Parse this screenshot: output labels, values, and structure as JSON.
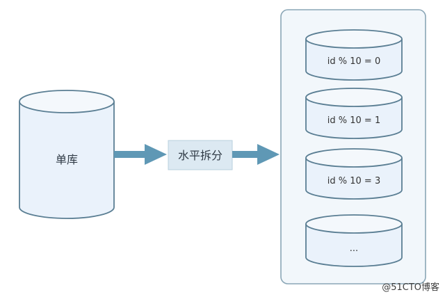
{
  "source_db": {
    "label": "单库"
  },
  "process_box": {
    "label": "水平拆分"
  },
  "shards": [
    {
      "label": "id % 10 = 0"
    },
    {
      "label": "id % 10 = 1"
    },
    {
      "label": "id % 10 = 3"
    },
    {
      "label": "..."
    }
  ],
  "watermark": "@51CTO博客",
  "colors": {
    "cylinder_fill": "#eaf2fb",
    "cylinder_stroke": "#5a7e93",
    "container_fill": "#f2f7fb",
    "container_stroke": "#8aa6b6",
    "arrow": "#5f98b5",
    "process_fill": "#dce9f2",
    "process_stroke": "#b9d0de"
  }
}
